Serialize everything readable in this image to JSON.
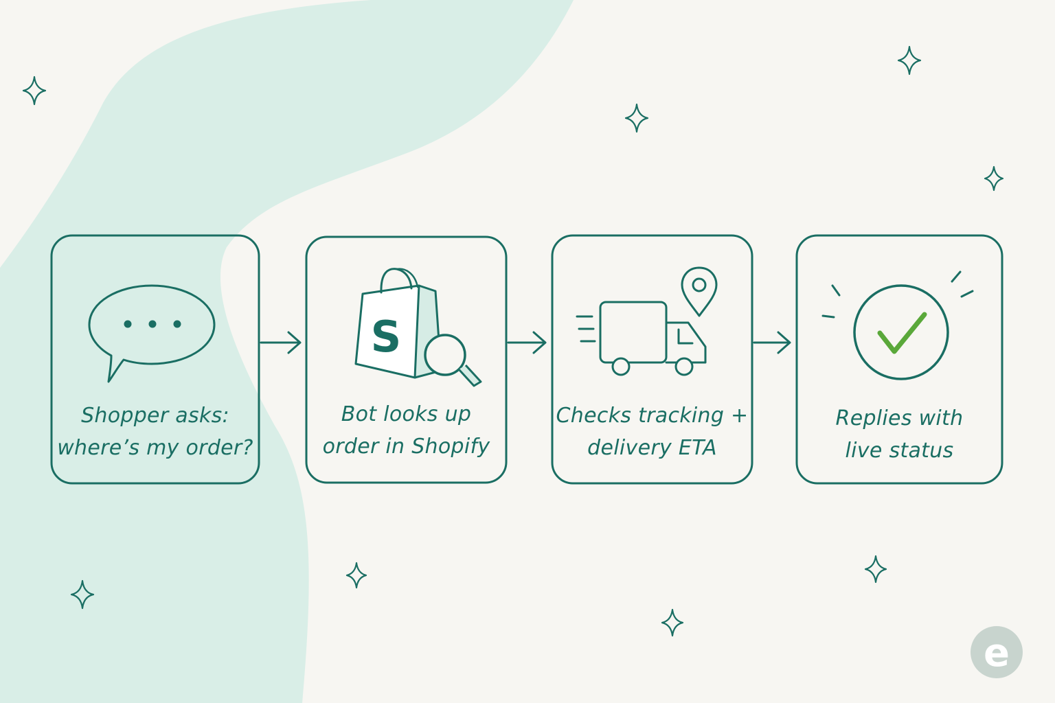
{
  "colors": {
    "ink": "#1a6e63",
    "accent_green": "#5aa83a",
    "blob": "#d9eee7",
    "background": "#f7f6f2",
    "logo": "#c8d4ce"
  },
  "steps": [
    {
      "id": "ask",
      "icon": "speech-bubble-icon",
      "line1": "Shopper asks:",
      "line2": "where’s my order?"
    },
    {
      "id": "lookup",
      "icon": "shopify-bag-search-icon",
      "badge": "S",
      "line1": "Bot looks up",
      "line2": "order in Shopify"
    },
    {
      "id": "track",
      "icon": "delivery-truck-location-icon",
      "line1": "Checks tracking +",
      "line2": "delivery ETA"
    },
    {
      "id": "reply",
      "icon": "checkmark-circle-icon",
      "line1": "Replies with",
      "line2": "live status"
    }
  ],
  "logo": {
    "letter": "e",
    "icon": "brand-logo-icon"
  }
}
